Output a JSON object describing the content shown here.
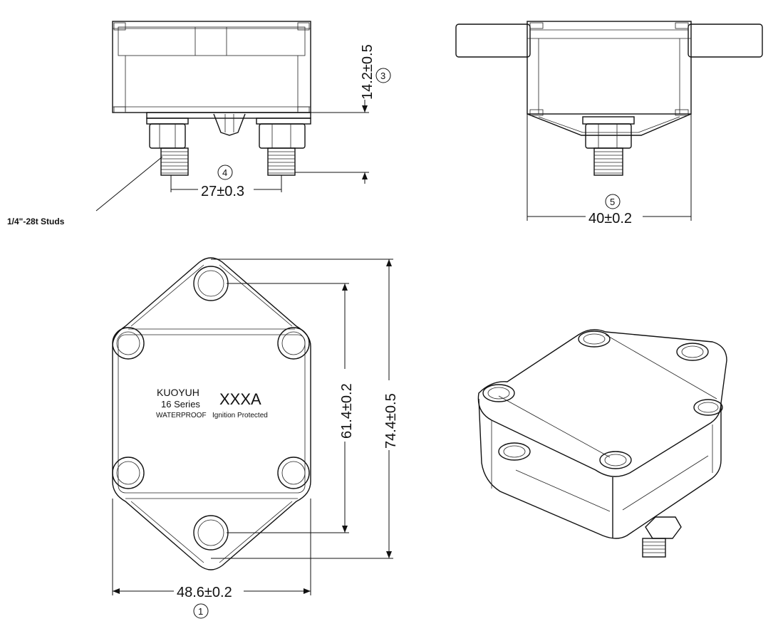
{
  "label": {
    "brand": "KUOYUH",
    "series": "16 Series",
    "waterproof": "WATERPROOF",
    "rating": "XXXA",
    "protection": "Ignition Protected"
  },
  "callouts": {
    "studs": "1/4\"-28t Studs"
  },
  "dimensions": {
    "width": {
      "value": "48.6±0.2",
      "marker": "1"
    },
    "hole_spacing": {
      "value": "61.4±0.2"
    },
    "length": {
      "value": "74.4±0.5"
    },
    "height": {
      "value": "14.2±0.5",
      "marker": "3"
    },
    "stud_spacing": {
      "value": "27±0.3",
      "marker": "4"
    },
    "side_width": {
      "value": "40±0.2",
      "marker": "5"
    }
  }
}
